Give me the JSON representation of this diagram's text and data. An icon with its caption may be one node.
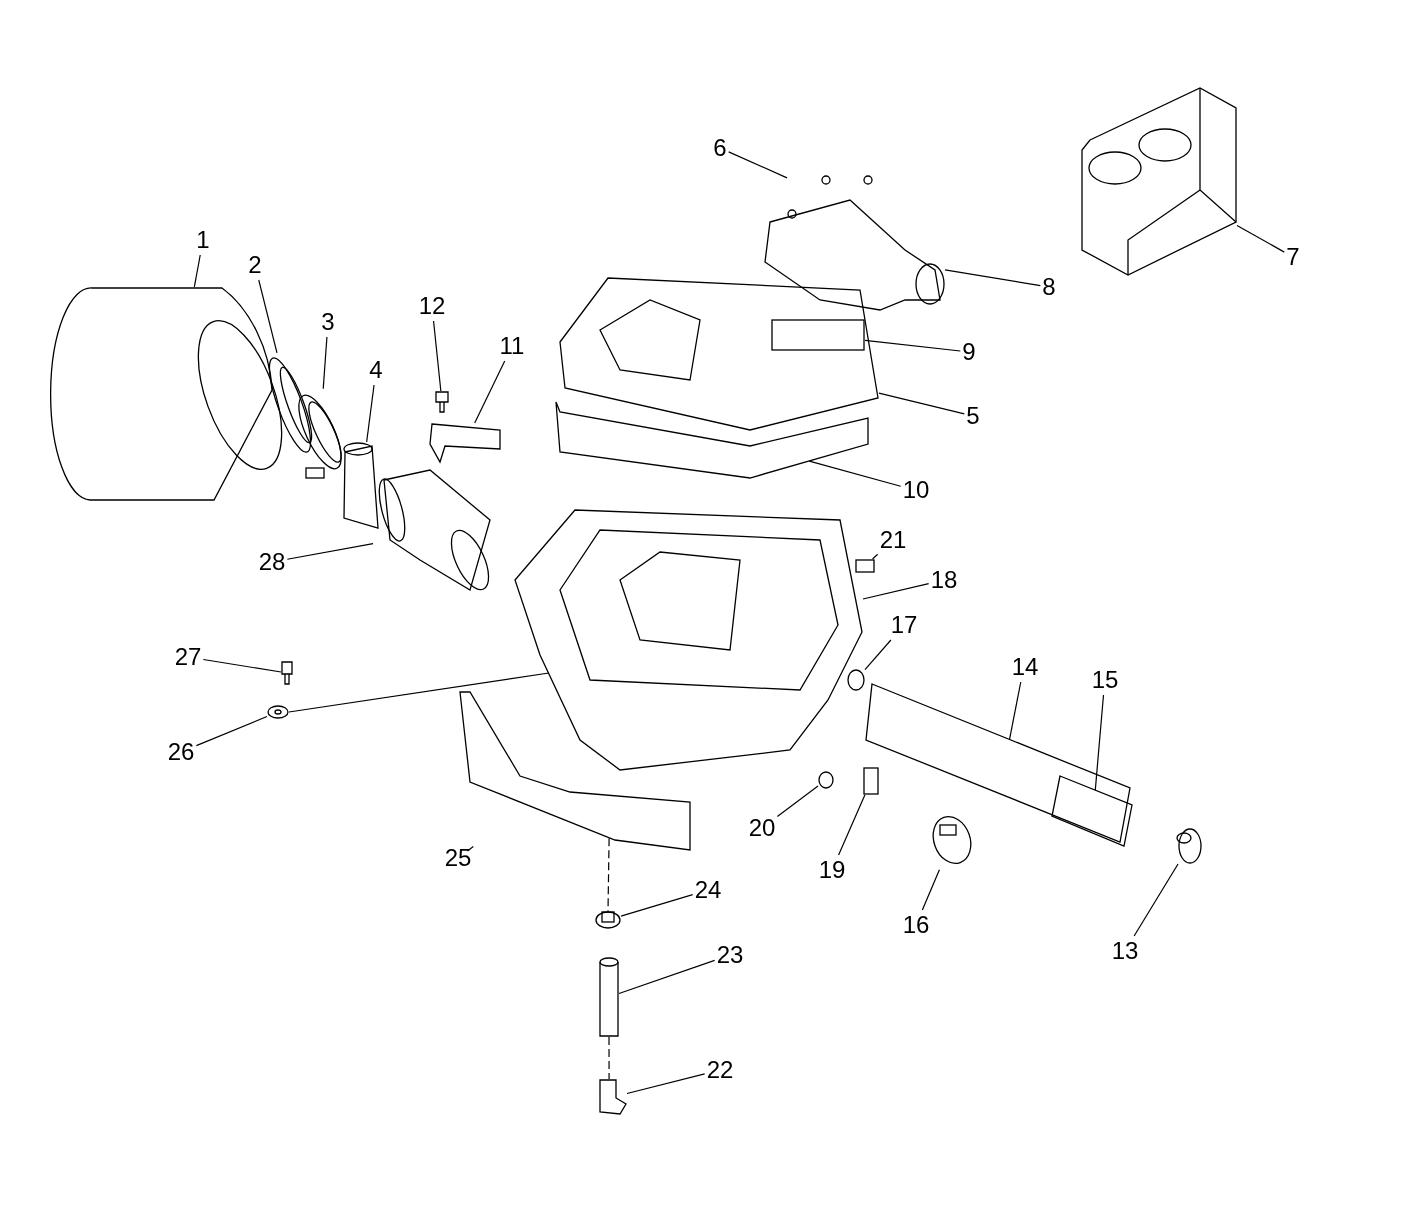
{
  "diagram": {
    "nodes": [
      {
        "text": [
          "1"
        ]
      },
      {
        "text": [
          "2"
        ]
      },
      {
        "text": [
          "3"
        ]
      },
      {
        "text": [
          "4"
        ]
      },
      {
        "text": [
          "5"
        ]
      },
      {
        "text": [
          "6"
        ]
      },
      {
        "text": [
          "7"
        ]
      },
      {
        "text": [
          "8"
        ]
      },
      {
        "text": [
          "9"
        ]
      },
      {
        "text": [
          "10"
        ]
      },
      {
        "text": [
          "11"
        ]
      },
      {
        "text": [
          "12"
        ]
      },
      {
        "text": [
          "13"
        ]
      },
      {
        "text": [
          "14"
        ]
      },
      {
        "text": [
          "15"
        ]
      },
      {
        "text": [
          "16"
        ]
      },
      {
        "text": [
          "17"
        ]
      },
      {
        "text": [
          "18"
        ]
      },
      {
        "text": [
          "19"
        ]
      },
      {
        "text": [
          "20"
        ]
      },
      {
        "text": [
          "21"
        ]
      },
      {
        "text": [
          "22"
        ]
      },
      {
        "text": [
          "23"
        ]
      },
      {
        "text": [
          "24"
        ]
      },
      {
        "text": [
          "25"
        ]
      },
      {
        "text": [
          "26"
        ]
      },
      {
        "text": [
          "27"
        ]
      },
      {
        "text": [
          "28"
        ]
      },
      {
        "text": [],
        "shape": "picture"
      },
      {
        "text": [],
        "shape": "picture"
      },
      {
        "text": [],
        "shape": "picture"
      },
      {
        "text": [],
        "shape": "picture"
      },
      {
        "text": [],
        "shape": "picture"
      },
      {
        "text": [],
        "shape": "picture"
      },
      {
        "text": [],
        "shape": "picture"
      },
      {
        "text": [],
        "shape": "picture"
      },
      {
        "text": [],
        "shape": "box",
        "in": 32
      },
      {
        "text": [],
        "shape": "picture"
      },
      {
        "text": [],
        "shape": "picture"
      },
      {
        "text": [],
        "shape": "picture"
      },
      {
        "text": [],
        "shape": "picture"
      },
      {
        "text": [],
        "shape": "picture"
      },
      {
        "text": [],
        "shape": "picture",
        "in": 41
      },
      {
        "text": [],
        "shape": "picture"
      },
      {
        "text": [],
        "shape": "circle"
      },
      {
        "text": [],
        "shape": "picture"
      },
      {
        "text": [],
        "shape": "box"
      },
      {
        "text": [],
        "shape": "circle"
      },
      {
        "text": [],
        "shape": "box"
      },
      {
        "text": [],
        "shape": "picture"
      },
      {
        "text": [],
        "shape": "cylinder"
      },
      {
        "text": [],
        "shape": "picture"
      },
      {
        "text": [],
        "shape": "picture"
      },
      {
        "text": [],
        "shape": "picture"
      },
      {
        "text": [],
        "shape": "picture"
      },
      {
        "text": [],
        "shape": "picture"
      }
    ],
    "edges": [
      {
        "from": 0,
        "to": 28,
        "arrow": "none"
      },
      {
        "from": 1,
        "to": 29,
        "arrow": "none"
      },
      {
        "from": 2,
        "to": 30,
        "arrow": "none"
      },
      {
        "from": 3,
        "to": 31,
        "arrow": "none"
      },
      {
        "from": 4,
        "to": 32,
        "arrow": "none"
      },
      {
        "from": 5,
        "to": 33,
        "arrow": "none"
      },
      {
        "from": 6,
        "to": 34,
        "arrow": "none"
      },
      {
        "from": 7,
        "to": 35,
        "arrow": "none"
      },
      {
        "from": 8,
        "to": 36,
        "arrow": "none"
      },
      {
        "from": 9,
        "to": 37,
        "arrow": "none"
      },
      {
        "from": 10,
        "to": 38,
        "arrow": "none"
      },
      {
        "from": 11,
        "to": 39,
        "arrow": "none"
      },
      {
        "from": 12,
        "to": 40,
        "arrow": "none"
      },
      {
        "from": 13,
        "to": 41,
        "arrow": "none"
      },
      {
        "from": 14,
        "to": 42,
        "arrow": "none"
      },
      {
        "from": 15,
        "to": 43,
        "arrow": "none"
      },
      {
        "from": 16,
        "to": 44,
        "arrow": "none"
      },
      {
        "from": 17,
        "to": 45,
        "arrow": "none"
      },
      {
        "from": 18,
        "to": 48,
        "arrow": "none"
      },
      {
        "from": 19,
        "to": 47,
        "arrow": "none"
      },
      {
        "from": 20,
        "to": 46,
        "arrow": "none"
      },
      {
        "from": 21,
        "to": 49,
        "arrow": "none"
      },
      {
        "from": 22,
        "to": 50,
        "arrow": "none"
      },
      {
        "from": 23,
        "to": 51,
        "arrow": "none"
      },
      {
        "from": 24,
        "to": 52,
        "arrow": "none"
      },
      {
        "from": 25,
        "to": 53,
        "arrow": "none"
      },
      {
        "from": 26,
        "to": 54,
        "arrow": "none"
      },
      {
        "from": 27,
        "to": 55,
        "arrow": "none"
      },
      {
        "from": 52,
        "to": 51,
        "arrow": "none",
        "style": "dashed"
      },
      {
        "from": 50,
        "to": 49,
        "arrow": "none",
        "style": "dashed"
      },
      {
        "from": 53,
        "to": 45,
        "arrow": "none"
      }
    ]
  }
}
